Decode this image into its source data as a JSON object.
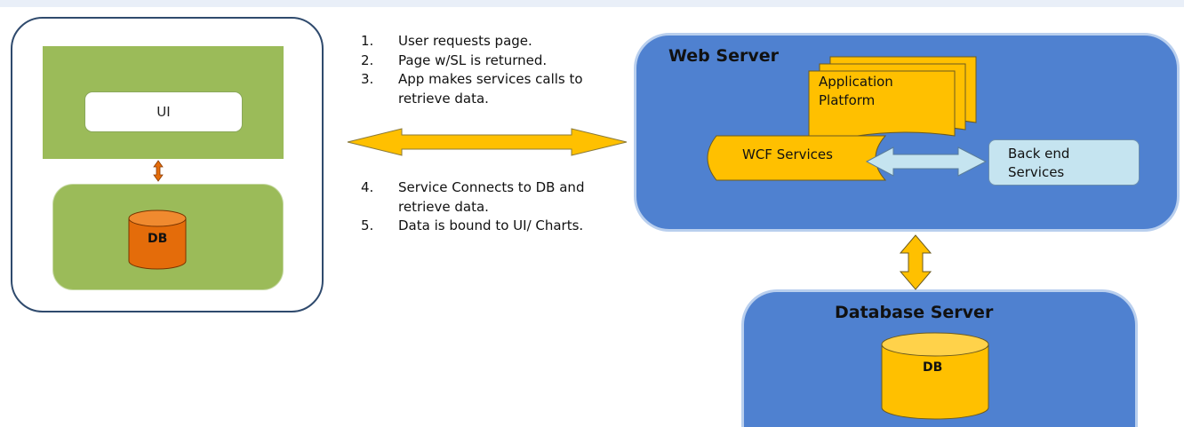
{
  "client": {
    "ui_label": "UI",
    "db_label": "DB"
  },
  "steps_top": [
    {
      "num": "1.",
      "text": "User requests page."
    },
    {
      "num": "2.",
      "text": "Page w/SL is returned."
    },
    {
      "num": "3.",
      "text": "App makes services calls to retrieve data."
    }
  ],
  "steps_bottom": [
    {
      "num": "4.",
      "text": "Service Connects to DB and retrieve data."
    },
    {
      "num": "5.",
      "text": "Data is bound to UI/ Charts."
    }
  ],
  "web_server": {
    "title": "Web Server",
    "app_platform": "Application Platform",
    "wcf": "WCF Services",
    "backend": "Back end Services"
  },
  "db_server": {
    "title": "Database Server",
    "db_label": "DB"
  },
  "colors": {
    "green_panel": "#9bbb59",
    "server_blue": "#4f81d0",
    "yellow": "#ffc000",
    "orange_db": "#e46c0a",
    "backend_fill": "#c5e4f0",
    "frame": "#2f4a6d"
  }
}
